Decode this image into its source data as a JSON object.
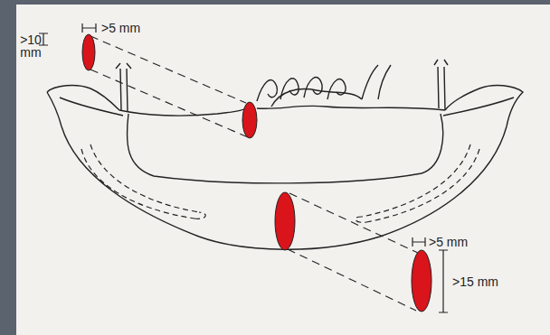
{
  "diagram": {
    "labels": [
      ">5 mm",
      ">10 mm",
      ">5 mm",
      ">15 mm"
    ]
  }
}
